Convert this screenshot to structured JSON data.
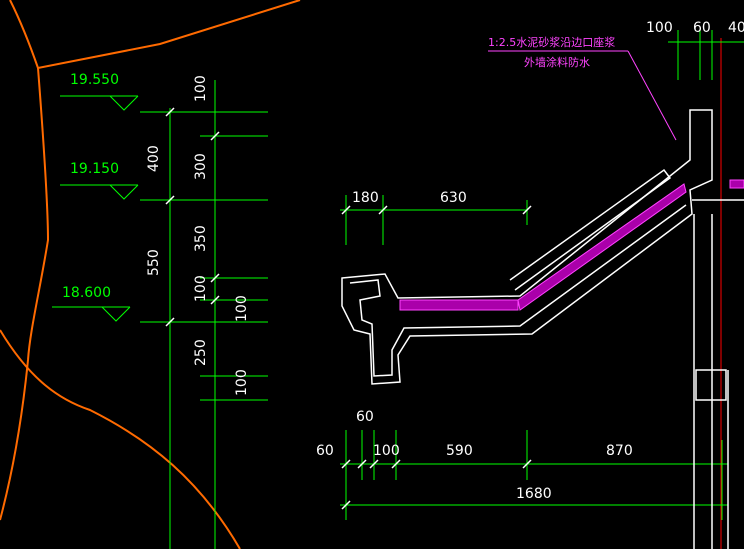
{
  "levels": [
    "19.550",
    "19.150",
    "18.600"
  ],
  "vertical_dims": {
    "col1": [
      "400",
      "550"
    ],
    "col2": [
      "300",
      "350",
      "250"
    ],
    "col3": [
      "100",
      "100",
      "100",
      "100"
    ]
  },
  "top_dims": [
    "100",
    "60",
    "40"
  ],
  "upper_horiz": [
    "180",
    "630"
  ],
  "lower_horiz": [
    "60",
    "60",
    "100",
    "590",
    "870"
  ],
  "total_width": "1680",
  "note_line1": "1:2.5水泥砂浆沿边口座浆",
  "note_line2": "外墙涂料防水",
  "colors": {
    "background": "#000000",
    "dimension_line": "#00ff00",
    "outline": "#ffffff",
    "annotation": "#ff44ff",
    "curve": "#ff6a00",
    "axis": "#ff0000"
  }
}
